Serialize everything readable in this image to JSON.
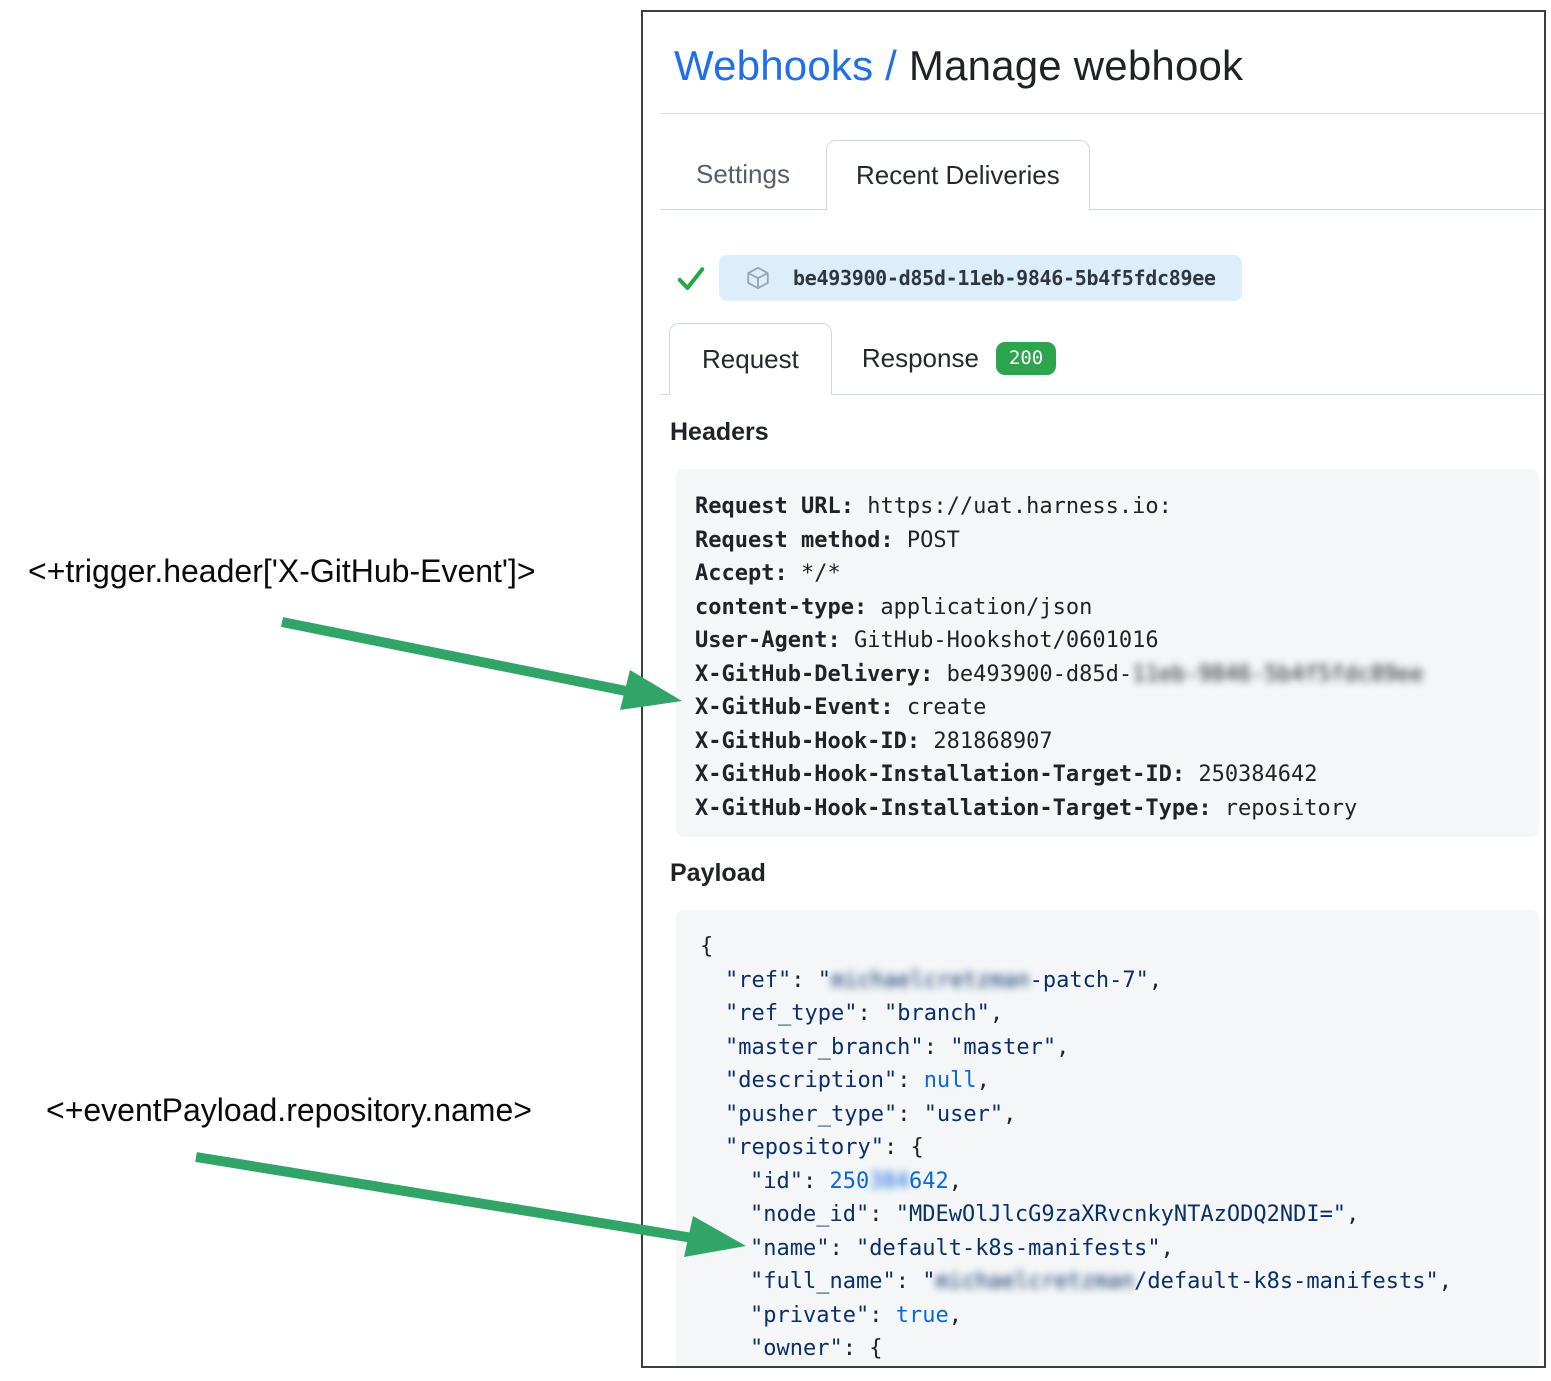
{
  "breadcrumb": {
    "link": "Webhooks",
    "separator": " / ",
    "current": "Manage webhook"
  },
  "tabs": {
    "settings": "Settings",
    "recent_deliveries": "Recent Deliveries"
  },
  "delivery": {
    "id": "be493900-d85d-11eb-9846-5b4f5fdc89ee"
  },
  "subtabs": {
    "request": "Request",
    "response": "Response",
    "response_status": "200"
  },
  "sections": {
    "headers_title": "Headers",
    "payload_title": "Payload"
  },
  "headers": [
    {
      "key": "Request URL:",
      "value": "https://uat.harness.io:"
    },
    {
      "key": "Request method:",
      "value": "POST"
    },
    {
      "key": "Accept:",
      "value": "*/*"
    },
    {
      "key": "content-type:",
      "value": "application/json"
    },
    {
      "key": "User-Agent:",
      "value": "GitHub-Hookshot/0601016"
    },
    {
      "key": "X-GitHub-Delivery:",
      "value": "be493900-d85d-",
      "redacted": "11eb-9846-5b4f5fdc89ee"
    },
    {
      "key": "X-GitHub-Event:",
      "value": "create"
    },
    {
      "key": "X-GitHub-Hook-ID:",
      "value": "281868907"
    },
    {
      "key": "X-GitHub-Hook-Installation-Target-ID:",
      "value": "250384642"
    },
    {
      "key": "X-GitHub-Hook-Installation-Target-Type:",
      "value": "repository"
    }
  ],
  "payload": {
    "lines": [
      {
        "indent": 0,
        "segments": [
          {
            "c": "p",
            "t": "{"
          }
        ]
      },
      {
        "indent": 1,
        "segments": [
          {
            "c": "k",
            "t": "\"ref\""
          },
          {
            "c": "p",
            "t": ": "
          },
          {
            "c": "k",
            "t": "\""
          },
          {
            "c": "k",
            "t": "michaelcretzman",
            "blur": true
          },
          {
            "c": "k",
            "t": "-patch-7\""
          },
          {
            "c": "p",
            "t": ","
          }
        ]
      },
      {
        "indent": 1,
        "segments": [
          {
            "c": "k",
            "t": "\"ref_type\""
          },
          {
            "c": "p",
            "t": ": "
          },
          {
            "c": "k",
            "t": "\"branch\""
          },
          {
            "c": "p",
            "t": ","
          }
        ]
      },
      {
        "indent": 1,
        "segments": [
          {
            "c": "k",
            "t": "\"master_branch\""
          },
          {
            "c": "p",
            "t": ": "
          },
          {
            "c": "k",
            "t": "\"master\""
          },
          {
            "c": "p",
            "t": ","
          }
        ]
      },
      {
        "indent": 1,
        "segments": [
          {
            "c": "k",
            "t": "\"description\""
          },
          {
            "c": "p",
            "t": ": "
          },
          {
            "c": "v",
            "t": "null"
          },
          {
            "c": "p",
            "t": ","
          }
        ]
      },
      {
        "indent": 1,
        "segments": [
          {
            "c": "k",
            "t": "\"pusher_type\""
          },
          {
            "c": "p",
            "t": ": "
          },
          {
            "c": "k",
            "t": "\"user\""
          },
          {
            "c": "p",
            "t": ","
          }
        ]
      },
      {
        "indent": 1,
        "segments": [
          {
            "c": "k",
            "t": "\"repository\""
          },
          {
            "c": "p",
            "t": ": {"
          }
        ]
      },
      {
        "indent": 2,
        "segments": [
          {
            "c": "k",
            "t": "\"id\""
          },
          {
            "c": "p",
            "t": ": "
          },
          {
            "c": "v",
            "t": "250"
          },
          {
            "c": "v",
            "t": "384",
            "blur": true
          },
          {
            "c": "v",
            "t": "642"
          },
          {
            "c": "p",
            "t": ","
          }
        ]
      },
      {
        "indent": 2,
        "segments": [
          {
            "c": "k",
            "t": "\"node_id\""
          },
          {
            "c": "p",
            "t": ": "
          },
          {
            "c": "k",
            "t": "\"MDEwOlJlcG9zaXRvcnkyNTAzODQ2NDI=\""
          },
          {
            "c": "p",
            "t": ","
          }
        ]
      },
      {
        "indent": 2,
        "segments": [
          {
            "c": "k",
            "t": "\"name\""
          },
          {
            "c": "p",
            "t": ": "
          },
          {
            "c": "k",
            "t": "\"default-k8s-manifests\""
          },
          {
            "c": "p",
            "t": ","
          }
        ]
      },
      {
        "indent": 2,
        "segments": [
          {
            "c": "k",
            "t": "\"full_name\""
          },
          {
            "c": "p",
            "t": ": "
          },
          {
            "c": "k",
            "t": "\""
          },
          {
            "c": "k",
            "t": "michaelcretzman",
            "blur": true
          },
          {
            "c": "k",
            "t": "/default-k8s-manifests\""
          },
          {
            "c": "p",
            "t": ","
          }
        ]
      },
      {
        "indent": 2,
        "segments": [
          {
            "c": "k",
            "t": "\"private\""
          },
          {
            "c": "p",
            "t": ": "
          },
          {
            "c": "v",
            "t": "true"
          },
          {
            "c": "p",
            "t": ","
          }
        ]
      },
      {
        "indent": 2,
        "segments": [
          {
            "c": "k",
            "t": "\"owner\""
          },
          {
            "c": "p",
            "t": ": {"
          }
        ]
      }
    ]
  },
  "annotations": [
    {
      "label": "<+trigger.header['X-GitHub-Event']>"
    },
    {
      "label": "<+eventPayload.repository.name>"
    }
  ],
  "colors": {
    "link_blue": "#1f6feb",
    "arrow_green": "#31a567",
    "check_green": "#28a745",
    "badge_green": "#2da44e",
    "pill_bg": "#ddeefb",
    "code_bg": "#f4f6f8",
    "json_string": "#0a3069",
    "json_constant": "#0968da"
  }
}
